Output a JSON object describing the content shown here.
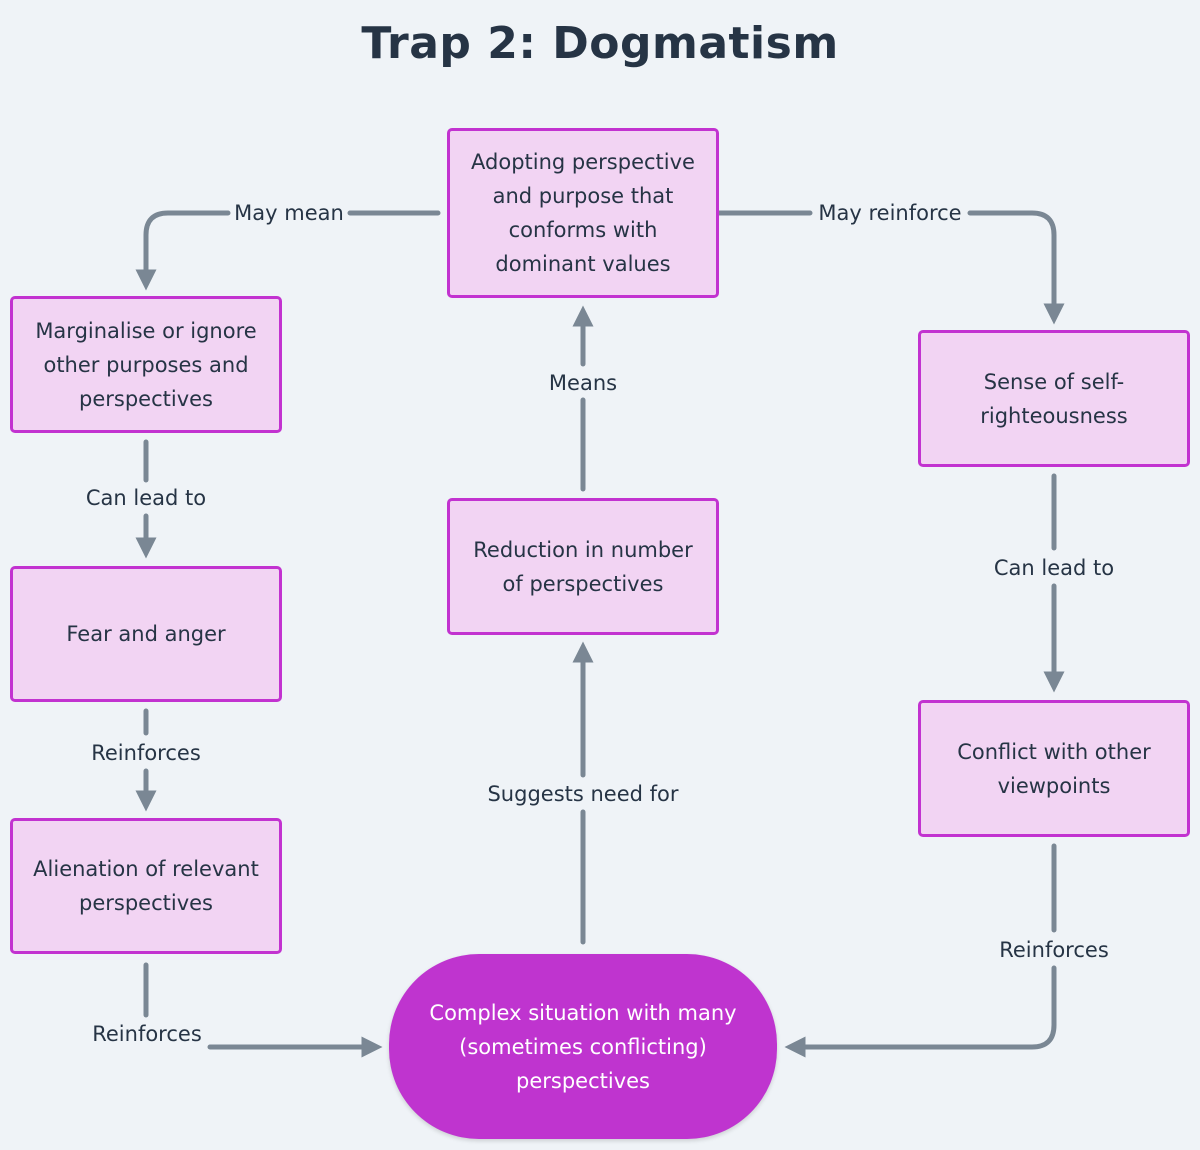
{
  "title": "Trap 2: Dogmatism",
  "colors": {
    "background": "#eff3f7",
    "node_fill": "#f2d4f3",
    "node_border": "#c232d0",
    "terminal_fill": "#bf34cf",
    "edge": "#7a8794",
    "text": "#263445"
  },
  "nodes": {
    "adopting": "Adopting perspective and purpose that conforms with dominant values",
    "marginalise": "Marginalise or ignore other purposes and perspectives",
    "fear": "Fear and anger",
    "alienation": "Alienation of relevant perspectives",
    "reduction": "Reduction in number of perspectives",
    "self_righteous": "Sense of self-righteousness",
    "conflict": "Conflict with other viewpoints",
    "complex": "Complex situation with many (sometimes conflicting) perspectives"
  },
  "edges": [
    {
      "from": "adopting",
      "to": "marginalise",
      "label": "May mean"
    },
    {
      "from": "adopting",
      "to": "self_righteous",
      "label": "May reinforce"
    },
    {
      "from": "marginalise",
      "to": "fear",
      "label": "Can lead to"
    },
    {
      "from": "fear",
      "to": "alienation",
      "label": "Reinforces"
    },
    {
      "from": "alienation",
      "to": "complex",
      "label": "Reinforces"
    },
    {
      "from": "reduction",
      "to": "adopting",
      "label": "Means"
    },
    {
      "from": "complex",
      "to": "reduction",
      "label": "Suggests need for"
    },
    {
      "from": "self_righteous",
      "to": "conflict",
      "label": "Can lead to"
    },
    {
      "from": "conflict",
      "to": "complex",
      "label": "Reinforces"
    }
  ]
}
